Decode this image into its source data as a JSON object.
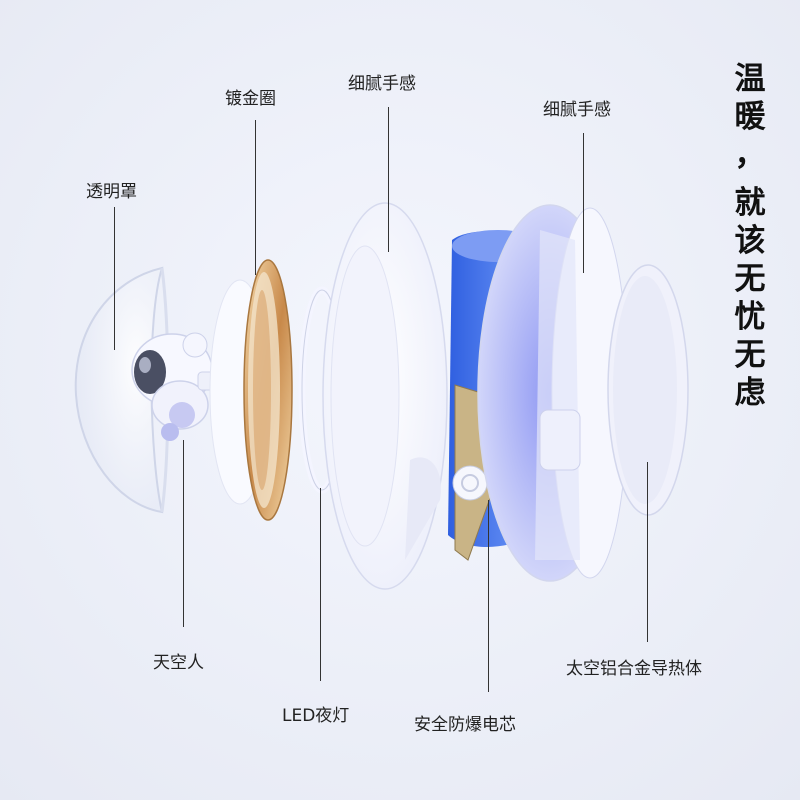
{
  "slogan": {
    "line1": "温暖，",
    "line2": "就该无忧无虑"
  },
  "labels": {
    "dome": "透明罩",
    "gold_ring": "镀金圈",
    "shell_front": "细腻手感",
    "shell_back": "细腻手感",
    "astronaut": "天空人",
    "led": "LED夜灯",
    "core": "安全防爆电芯",
    "heatsink": "太空铝合金导热体"
  },
  "colors": {
    "shell": "#f7f8ff",
    "core_blue": "#3f6fe8",
    "gold": "#c89a5a",
    "text": "#222222"
  }
}
